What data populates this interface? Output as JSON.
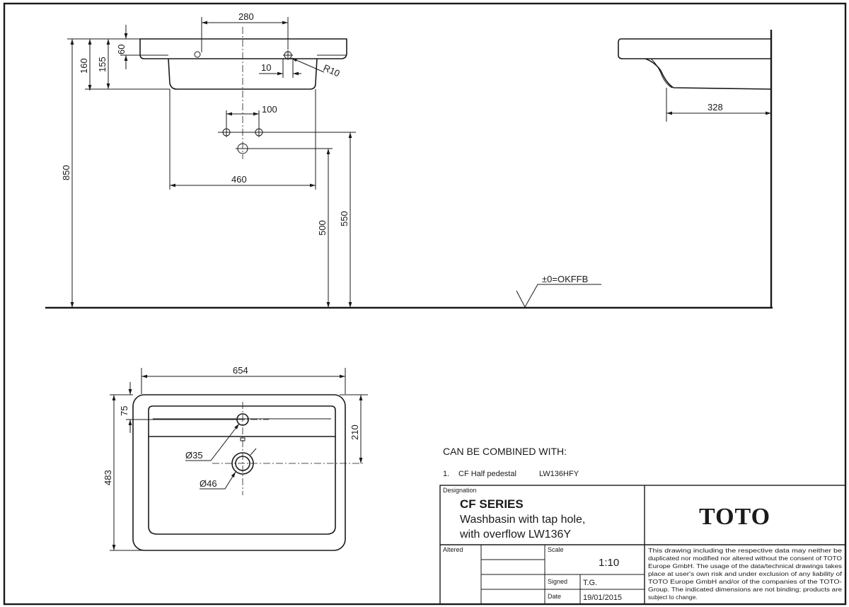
{
  "dimensions": {
    "d280": "280",
    "d60": "60",
    "d160": "160",
    "d155": "155",
    "d10": "10",
    "r10": "R10",
    "d100": "100",
    "d850": "850",
    "d460": "460",
    "d500": "500",
    "d550": "550",
    "d328": "328",
    "floor_ref": "±0=OKFFB",
    "d654": "654",
    "d75": "75",
    "d483": "483",
    "d210": "210",
    "dia35": "Ø35",
    "dia46": "Ø46"
  },
  "combined": {
    "heading": "CAN BE COMBINED WITH:",
    "items": [
      {
        "num": "1.",
        "label": "CF Half pedestal",
        "code": "LW136HFY"
      }
    ]
  },
  "title_block": {
    "designation_label": "Designation",
    "series": "CF SERIES",
    "line1": "Washbasin with tap hole,",
    "line2": "with overflow LW136Y",
    "brand": "TOTO",
    "altered_label": "Altered",
    "scale_label": "Scale",
    "scale_value": "1:10",
    "signed_label": "Signed",
    "signed_value": "T.G.",
    "date_label": "Date",
    "date_value": "19/01/2015",
    "disclaimer": [
      "This drawing including the respective data may neither be",
      "duplicated nor modified nor altered without the consent of TOTO",
      "Europe GmbH. The usage of the data/technical drawings takes",
      "place at user's own risk and under exclusion of any liability of",
      "TOTO Europe GmbH and/or of the companies of the TOTO-",
      "Group. The indicated dimensions are not binding; products are",
      "subject to change."
    ]
  }
}
